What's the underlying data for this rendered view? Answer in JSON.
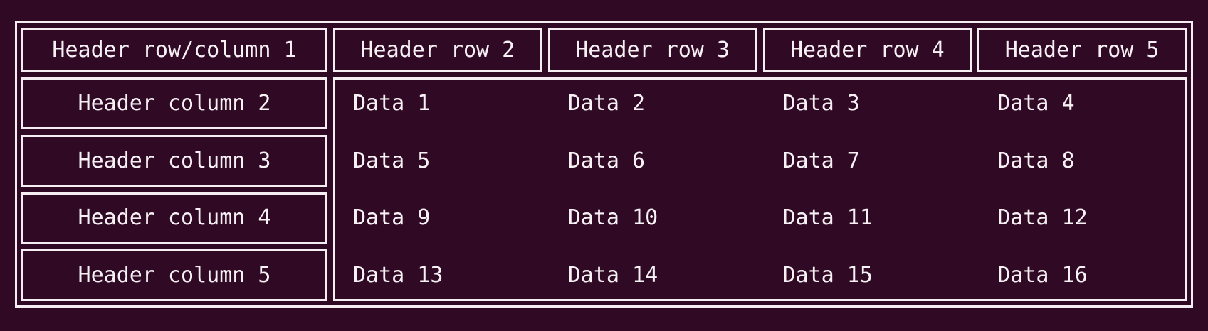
{
  "theme": {
    "background_color": "#300a24",
    "foreground_color": "#f7f1f5",
    "border_color": "#f4eef2"
  },
  "table": {
    "corner_header": "Header row/column 1",
    "column_headers": [
      "Header row 2",
      "Header row 3",
      "Header row 4",
      "Header row 5"
    ],
    "row_headers": [
      "Header column 2",
      "Header column 3",
      "Header column 4",
      "Header column 5"
    ],
    "rows": [
      [
        "Data 1",
        "Data 2",
        "Data 3",
        "Data 4"
      ],
      [
        "Data 5",
        "Data 6",
        "Data 7",
        "Data 8"
      ],
      [
        "Data 9",
        "Data 10",
        "Data 11",
        "Data 12"
      ],
      [
        "Data 13",
        "Data 14",
        "Data 15",
        "Data 16"
      ]
    ]
  }
}
